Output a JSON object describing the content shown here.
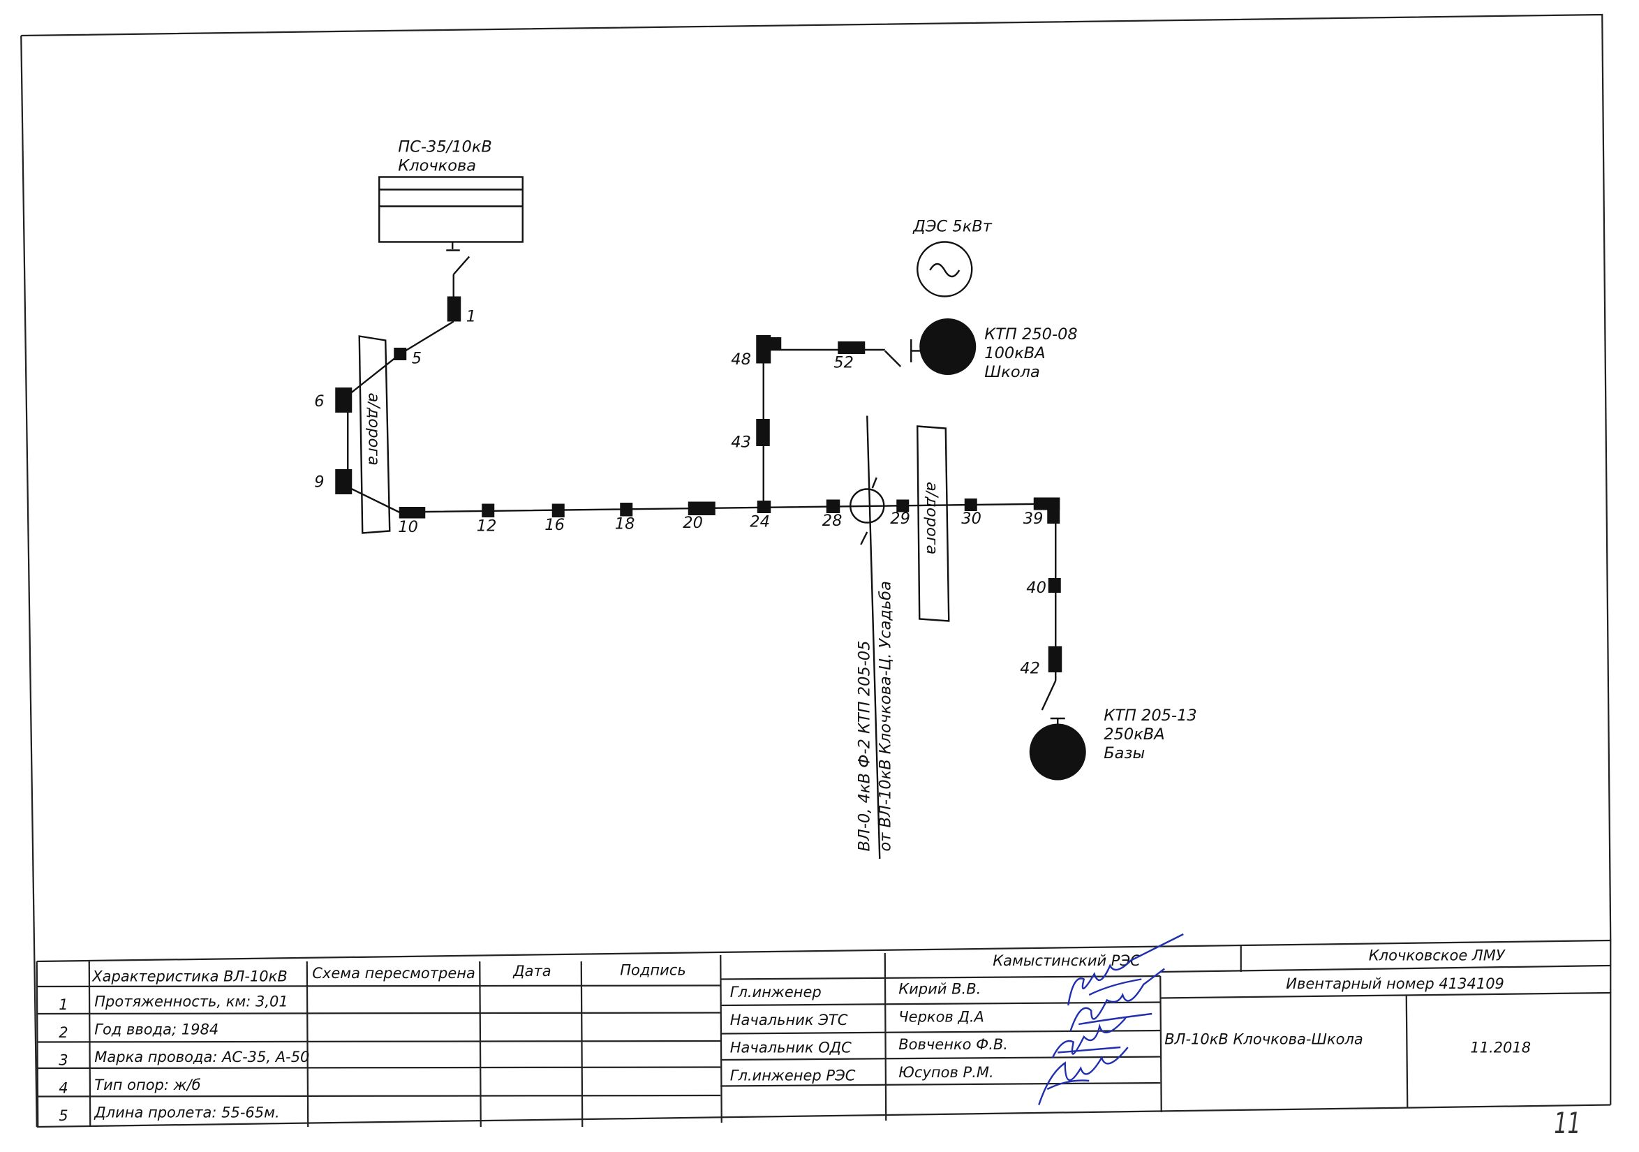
{
  "substation": {
    "line1": "ПС-35/10кВ",
    "line2": "Клочкова"
  },
  "generator": {
    "label": "ДЭС 5кВт"
  },
  "ktp_school": {
    "line1": "КТП 250-08",
    "line2": "100кВА",
    "line3": "Школа"
  },
  "ktp_bases": {
    "line1": "КТП 205-13",
    "line2": "250кВА",
    "line3": "Базы"
  },
  "road_label": "а/дорога",
  "crossing": {
    "line1": "ВЛ-0, 4кВ Ф-2 КТП 205-05",
    "line2": "от ВЛ-10кВ Клочкова-Ц. Усадьба"
  },
  "poles": [
    "1",
    "5",
    "6",
    "9",
    "10",
    "12",
    "16",
    "18",
    "20",
    "24",
    "28",
    "29",
    "30",
    "39",
    "40",
    "42",
    "43",
    "48",
    "52"
  ],
  "table": {
    "header": {
      "characteristic": "Характеристика ВЛ-10кВ",
      "revised": "Схема пересмотрена",
      "date": "Дата",
      "signature": "Подпись"
    },
    "rows": [
      {
        "n": "1",
        "text": "Протяженность, км: 3,01"
      },
      {
        "n": "2",
        "text": "Год ввода; 1984"
      },
      {
        "n": "3",
        "text": "Марка провода: АС-35, А-50"
      },
      {
        "n": "4",
        "text": "Тип опор: ж/б"
      },
      {
        "n": "5",
        "text": "Длина пролета: 55-65м."
      }
    ],
    "org": "Камыстинский РЭС",
    "staff": [
      {
        "role": "Гл.инженер",
        "name": "Кирий В.В."
      },
      {
        "role": "Начальник ЭТС",
        "name": "Черков Д.А"
      },
      {
        "role": "Начальник ОДС",
        "name": "Вовченко Ф.В."
      },
      {
        "role": "Гл.инженер РЭС",
        "name": "Юсупов Р.М."
      }
    ],
    "unit": "Клочковское ЛМУ",
    "inventory": "Ивентарный номер 4134109",
    "line_name": "ВЛ-10кВ Клочкова-Школа",
    "date": "11.2018"
  },
  "page_number": "11"
}
